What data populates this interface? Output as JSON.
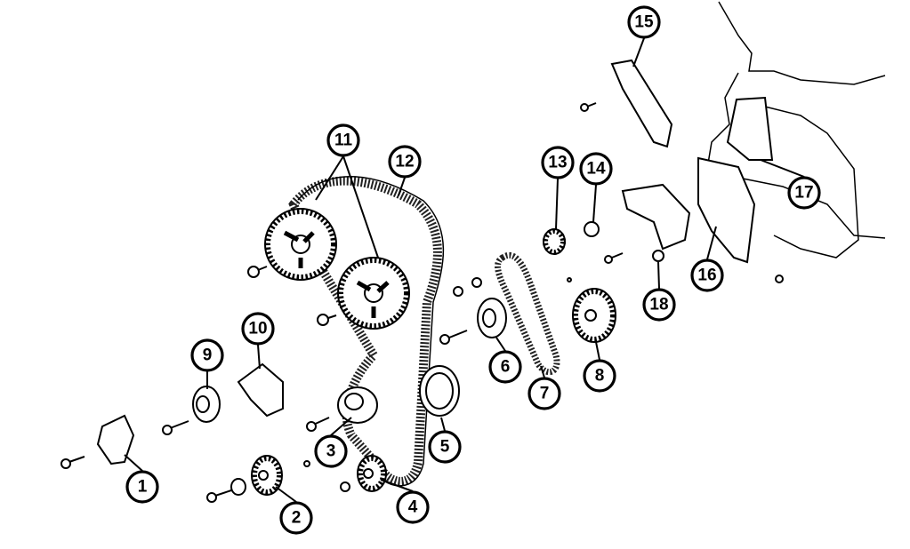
{
  "diagram": {
    "type": "exploded-parts-view",
    "callouts": [
      "1",
      "2",
      "3",
      "4",
      "5",
      "6",
      "7",
      "8",
      "9",
      "10",
      "11",
      "12",
      "13",
      "14",
      "15",
      "16",
      "17",
      "18"
    ]
  }
}
